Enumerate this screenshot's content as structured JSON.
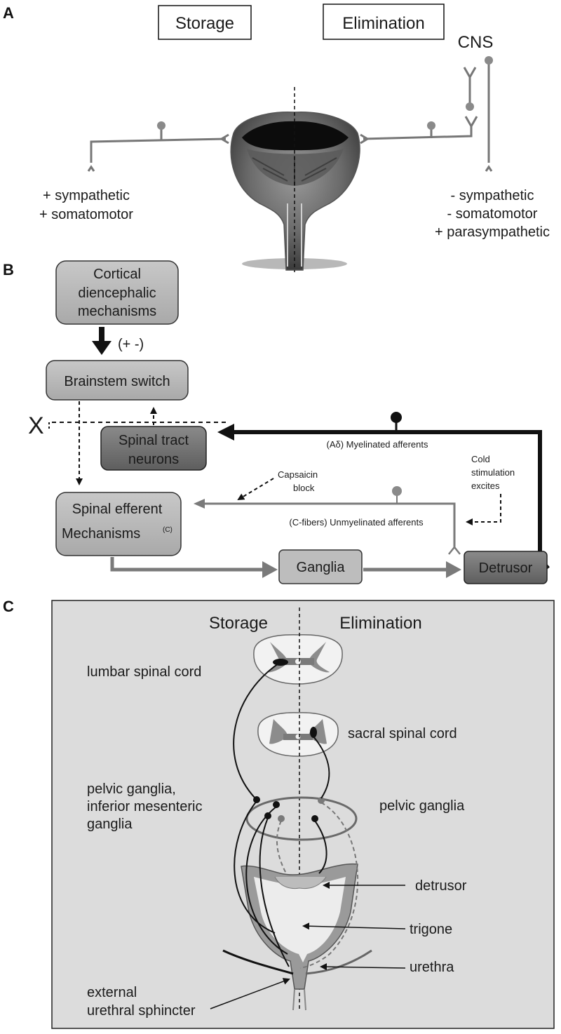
{
  "panel_a": {
    "letter": "A",
    "storage": "Storage",
    "elimination": "Elimination",
    "cns": "CNS",
    "left_line1": "+ sympathetic",
    "left_line2": "+ somatomotor",
    "right_line1": "- sympathetic",
    "right_line2": "- somatomotor",
    "right_line3": "+ parasympathetic"
  },
  "panel_b": {
    "letter": "B",
    "cortical_line1": "Cortical",
    "cortical_line2": "diencephalic",
    "cortical_line3": "mechanisms",
    "plusminus": "(+ -)",
    "brainstem": "Brainstem switch",
    "spinal_tract_line1": "Spinal tract",
    "spinal_tract_line2": "neurons",
    "x_mark": "X",
    "myelinated": "(Aδ) Myelinated afferents",
    "capsaicin_line1": "Capsaicin",
    "capsaicin_line2": "block",
    "cold_line1": "Cold",
    "cold_line2": "stimulation",
    "cold_line3": "excites",
    "efferent_line1": "Spinal efferent",
    "efferent_line2": "Mechanisms",
    "efferent_sup": "(C)",
    "unmyelinated": "(C-fibers) Unmyelinated afferents",
    "ganglia": "Ganglia",
    "detrusor": "Detrusor"
  },
  "panel_c": {
    "letter": "C",
    "storage": "Storage",
    "elimination": "Elimination",
    "lumbar": "lumbar spinal cord",
    "sacral": "sacral spinal cord",
    "pelvic_left_line1": "pelvic ganglia,",
    "pelvic_left_line2": "inferior mesenteric",
    "pelvic_left_line3": "ganglia",
    "pelvic_right": "pelvic ganglia",
    "detrusor": "detrusor",
    "trigone": "trigone",
    "urethra": "urethra",
    "sphincter_line1": "external",
    "sphincter_line2": "urethral sphincter"
  }
}
